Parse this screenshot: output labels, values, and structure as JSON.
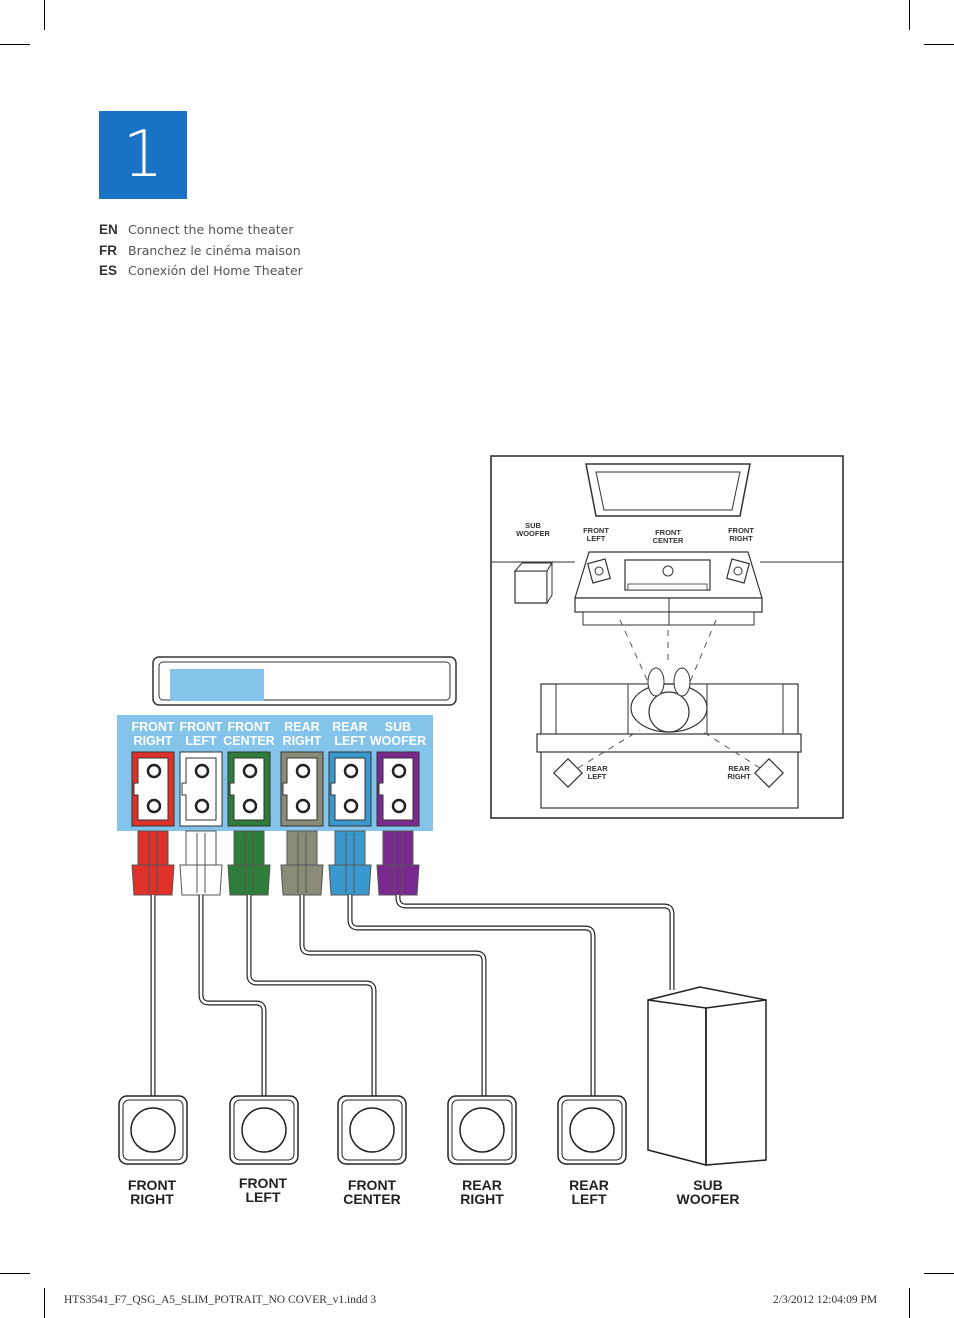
{
  "step": {
    "number": "1"
  },
  "languages": [
    {
      "code": "EN",
      "text": "Connect the home theater"
    },
    {
      "code": "FR",
      "text": "Branchez le cinéma maison"
    },
    {
      "code": "ES",
      "text": "Conexión del Home Theater"
    }
  ],
  "connector_panel": {
    "jacks": [
      {
        "line1": "FRONT",
        "line2": "RIGHT",
        "color": "#e0302a"
      },
      {
        "line1": "FRONT",
        "line2": "LEFT",
        "color": "#ffffff"
      },
      {
        "line1": "FRONT",
        "line2": "CENTER",
        "color": "#2e7d3a"
      },
      {
        "line1": "REAR",
        "line2": "RIGHT",
        "color": "#8a8a78"
      },
      {
        "line1": "REAR",
        "line2": "LEFT",
        "color": "#3a9ad0"
      },
      {
        "line1": "SUB",
        "line2": "WOOFER",
        "color": "#7a2a8e"
      }
    ],
    "panel_color": "#84c4ea",
    "display_color": "#84c4ea"
  },
  "speakers": [
    {
      "line1": "FRONT",
      "line2": "RIGHT"
    },
    {
      "line1": "FRONT",
      "line2": "LEFT"
    },
    {
      "line1": "FRONT",
      "line2": "CENTER"
    },
    {
      "line1": "REAR",
      "line2": "RIGHT"
    },
    {
      "line1": "REAR",
      "line2": "LEFT"
    },
    {
      "line1": "SUB",
      "line2": "WOOFER"
    }
  ],
  "room_layout": {
    "sub_woofer": {
      "line1": "SUB",
      "line2": "WOOFER"
    },
    "front_left": {
      "line1": "FRONT",
      "line2": "LEFT"
    },
    "front_center": {
      "line1": "FRONT",
      "line2": "CENTER"
    },
    "front_right": {
      "line1": "FRONT",
      "line2": "RIGHT"
    },
    "rear_left": {
      "line1": "REAR",
      "line2": "LEFT"
    },
    "rear_right": {
      "line1": "REAR",
      "line2": "RIGHT"
    }
  },
  "footer": {
    "filename": "HTS3541_F7_QSG_A5_SLIM_POTRAIT_NO COVER_v1.indd   3",
    "timestamp": "2/3/2012   12:04:09 PM"
  }
}
